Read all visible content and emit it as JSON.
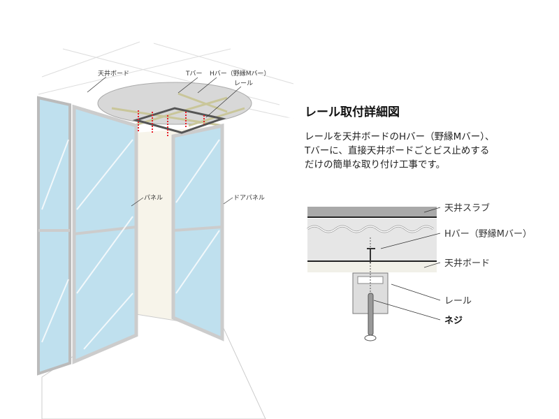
{
  "illustration": {
    "labels": {
      "ceiling_board": "天井ボード",
      "t_bar": "Tバー",
      "h_bar": "Hバー（野縁Mバー）",
      "rail": "レール",
      "panel": "パネル",
      "door_panel": "ドアパネル"
    }
  },
  "detail": {
    "title": "レール取付詳細図",
    "description": [
      "レールを天井ボードのHバー（野縁Mバー）、",
      "Tバーに、直接天井ボードごとビス止めする",
      "だけの簡単な取り付け工事です。"
    ],
    "labels": {
      "ceiling_slab": "天井スラブ",
      "h_bar": "Hバー（野縁Mバー）",
      "ceiling_board": "天井ボード",
      "rail": "レール",
      "screw": "ネジ"
    }
  },
  "colors": {
    "glass": "#bfe0ee",
    "arrow": "#e8202a",
    "frame": "#d8d8d8"
  }
}
